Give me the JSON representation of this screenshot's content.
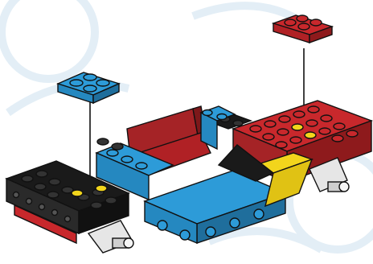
{
  "figure": {
    "colors": {
      "background": "#ffffff",
      "watermark": "#e3eef6",
      "outline": "#111111",
      "red": "#c8282c",
      "red_dark": "#8e1a1c",
      "blue": "#2d9bd8",
      "blue_dark": "#1f6e9c",
      "yellow": "#f2d51c",
      "black": "#1a1a1a",
      "grey": "#e6e6e6",
      "dark_red": "#a52326"
    },
    "parts": [
      "loose-red-plate",
      "loose-blue-plate",
      "red-rear-base",
      "black-front-base",
      "blue-chassis",
      "dark-red-seat",
      "yellow-slope",
      "wheel-hubs"
    ]
  }
}
